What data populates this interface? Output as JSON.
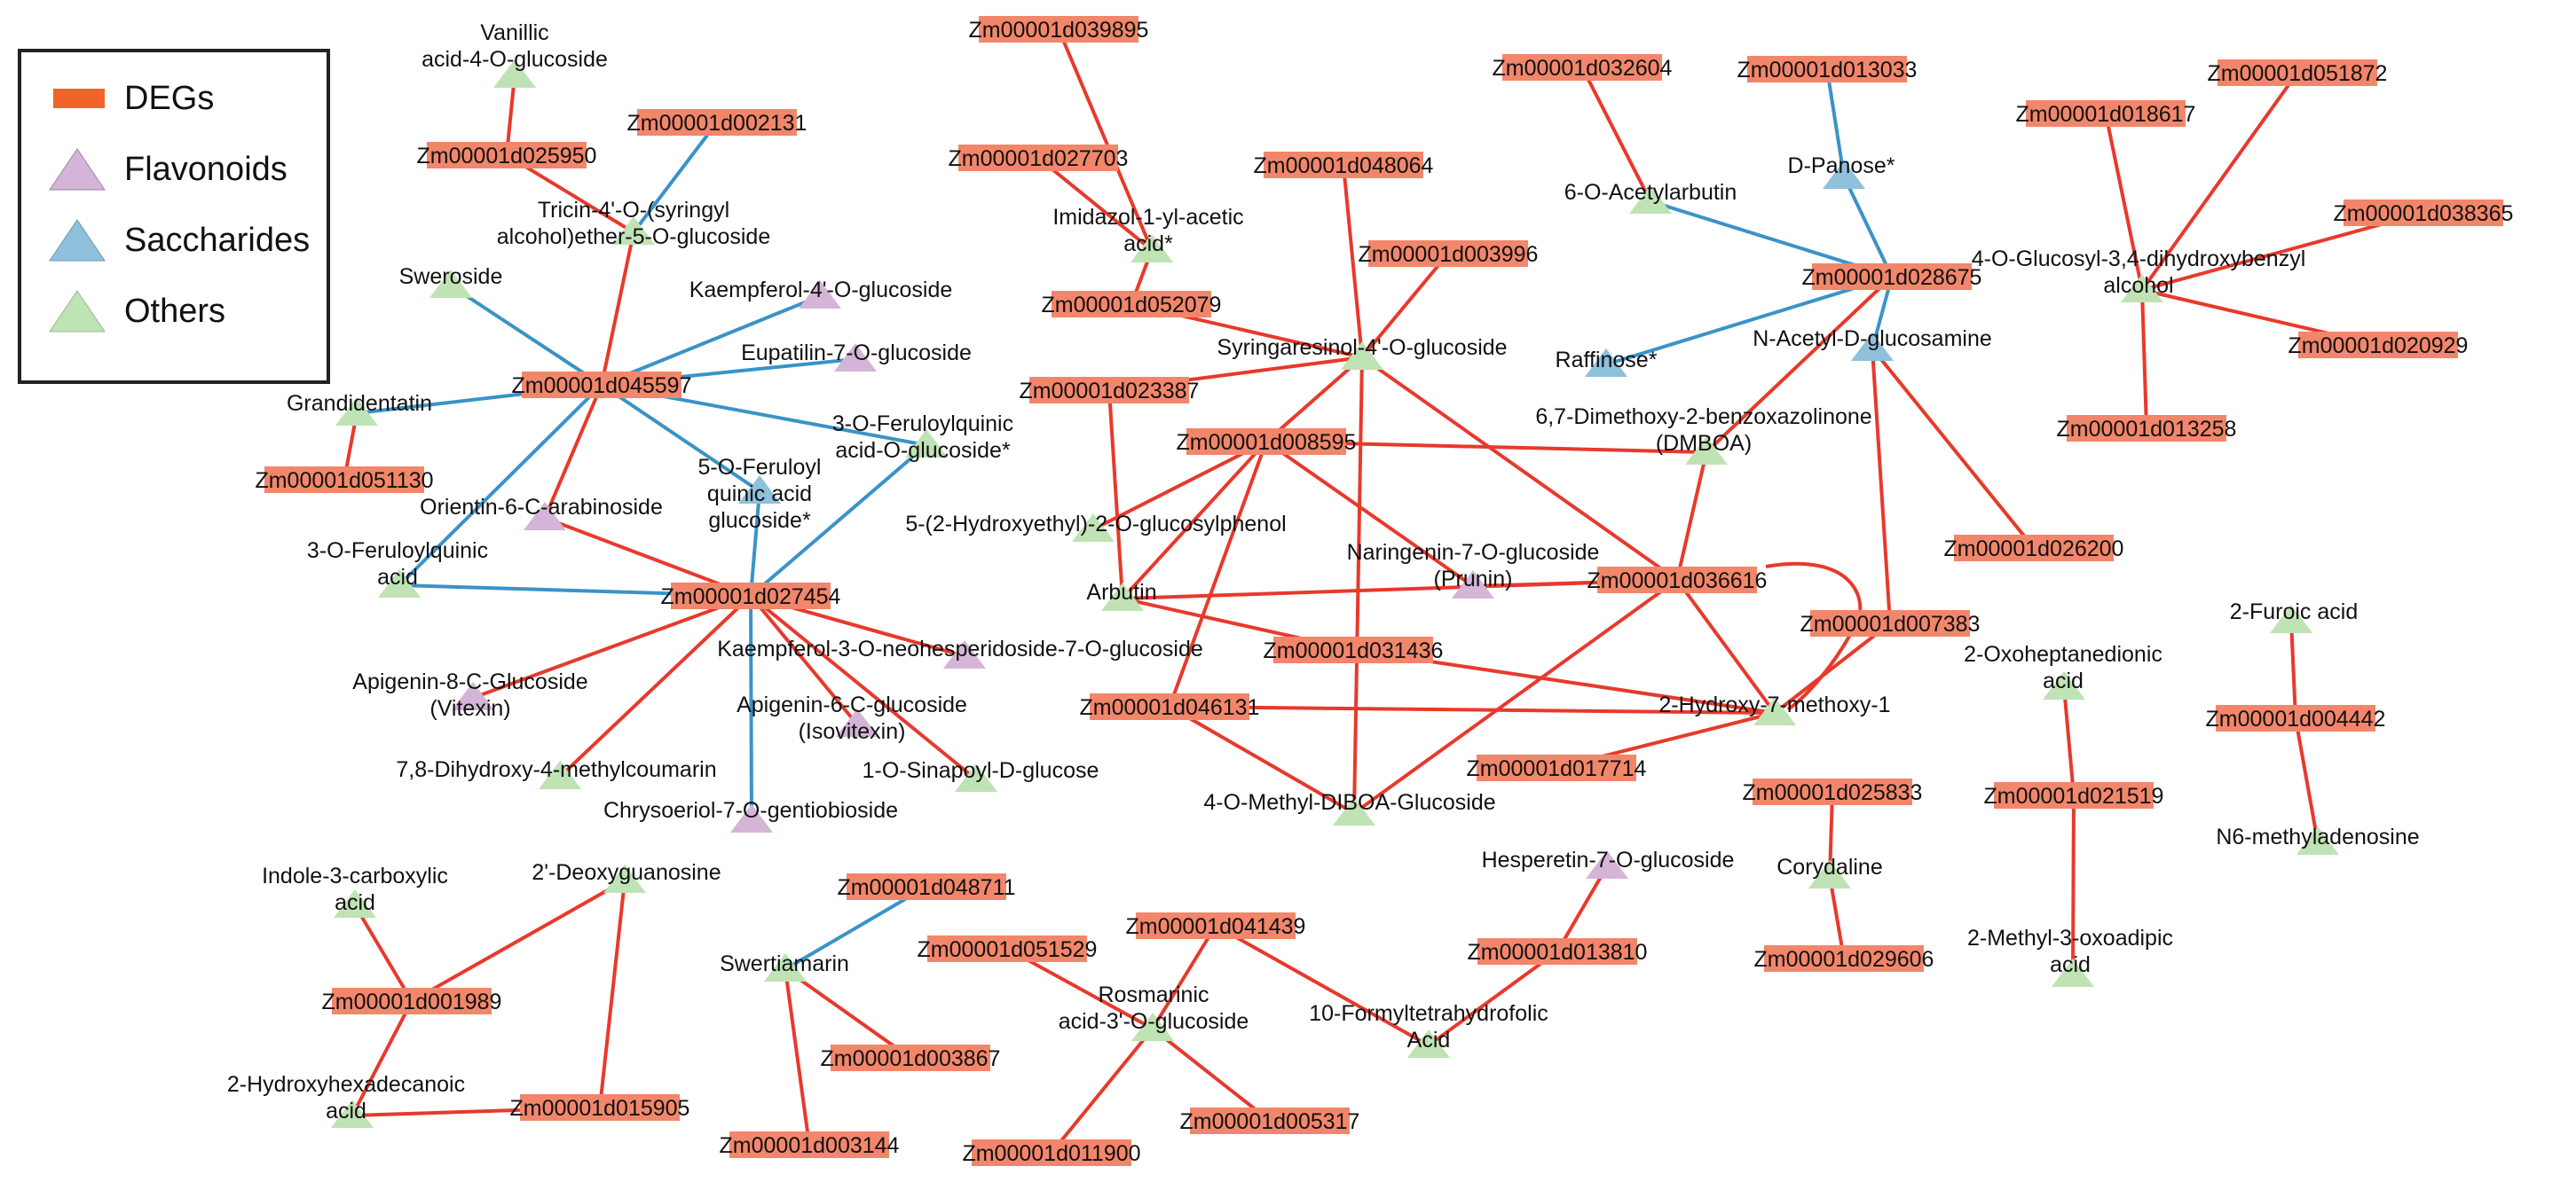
{
  "legend": {
    "items": [
      {
        "label": "DEGs",
        "shape": "rect",
        "color": "#f0632a"
      },
      {
        "label": "Flavonoids",
        "shape": "triangle",
        "color": "#d4b5d8"
      },
      {
        "label": "Saccharides",
        "shape": "triangle",
        "color": "#8fc0dc"
      },
      {
        "label": "Others",
        "shape": "triangle",
        "color": "#bfe3b4"
      }
    ]
  },
  "colors": {
    "deg_fill": "#f2866b",
    "edge_red": "#e8392c",
    "edge_blue": "#3a93c8",
    "flavonoid": "#d4b5d8",
    "saccharide": "#8fc0dc",
    "other": "#bfe3b4"
  },
  "nodes": [
    {
      "id": "g_d039895",
      "type": "gene",
      "label": "Zm00001d039895"
    },
    {
      "id": "g_d027703",
      "type": "gene",
      "label": "Zm00001d027703"
    },
    {
      "id": "g_d052079",
      "type": "gene",
      "label": "Zm00001d052079"
    },
    {
      "id": "g_d048064",
      "type": "gene",
      "label": "Zm00001d048064"
    },
    {
      "id": "g_d003996",
      "type": "gene",
      "label": "Zm00001d003996"
    },
    {
      "id": "g_d023387",
      "type": "gene",
      "label": "Zm00001d023387"
    },
    {
      "id": "g_d008595",
      "type": "gene",
      "label": "Zm00001d008595"
    },
    {
      "id": "g_d031436",
      "type": "gene",
      "label": "Zm00001d031436"
    },
    {
      "id": "g_d046131",
      "type": "gene",
      "label": "Zm00001d046131"
    },
    {
      "id": "g_d017714",
      "type": "gene",
      "label": "Zm00001d017714"
    },
    {
      "id": "g_d036616",
      "type": "gene",
      "label": "Zm00001d036616"
    },
    {
      "id": "g_d007383",
      "type": "gene",
      "label": "Zm00001d007383"
    },
    {
      "id": "g_d032604",
      "type": "gene",
      "label": "Zm00001d032604"
    },
    {
      "id": "g_d013033",
      "type": "gene",
      "label": "Zm00001d013033"
    },
    {
      "id": "g_d028675",
      "type": "gene",
      "label": "Zm00001d028675"
    },
    {
      "id": "g_d026200",
      "type": "gene",
      "label": "Zm00001d026200"
    },
    {
      "id": "g_d018617",
      "type": "gene",
      "label": "Zm00001d018617"
    },
    {
      "id": "g_d051872",
      "type": "gene",
      "label": "Zm00001d051872"
    },
    {
      "id": "g_d038365",
      "type": "gene",
      "label": "Zm00001d038365"
    },
    {
      "id": "g_d020929",
      "type": "gene",
      "label": "Zm00001d020929"
    },
    {
      "id": "g_d013258",
      "type": "gene",
      "label": "Zm00001d013258"
    },
    {
      "id": "g_d025950",
      "type": "gene",
      "label": "Zm00001d025950"
    },
    {
      "id": "g_d002131",
      "type": "gene",
      "label": "Zm00001d002131"
    },
    {
      "id": "g_d045597",
      "type": "gene",
      "label": "Zm00001d045597"
    },
    {
      "id": "g_d051130",
      "type": "gene",
      "label": "Zm00001d051130"
    },
    {
      "id": "g_d027454",
      "type": "gene",
      "label": "Zm00001d027454"
    },
    {
      "id": "g_d025833",
      "type": "gene",
      "label": "Zm00001d025833"
    },
    {
      "id": "g_d029606",
      "type": "gene",
      "label": "Zm00001d029606"
    },
    {
      "id": "g_d013810",
      "type": "gene",
      "label": "Zm00001d013810"
    },
    {
      "id": "g_d004442",
      "type": "gene",
      "label": "Zm00001d004442"
    },
    {
      "id": "g_d021519",
      "type": "gene",
      "label": "Zm00001d021519"
    },
    {
      "id": "g_d048711",
      "type": "gene",
      "label": "Zm00001d048711"
    },
    {
      "id": "g_d003867",
      "type": "gene",
      "label": "Zm00001d003867"
    },
    {
      "id": "g_d003144",
      "type": "gene",
      "label": "Zm00001d003144"
    },
    {
      "id": "g_d051529",
      "type": "gene",
      "label": "Zm00001d051529"
    },
    {
      "id": "g_d041439",
      "type": "gene",
      "label": "Zm00001d041439"
    },
    {
      "id": "g_d011900",
      "type": "gene",
      "label": "Zm00001d011900"
    },
    {
      "id": "g_d005317",
      "type": "gene",
      "label": "Zm00001d005317"
    },
    {
      "id": "g_d001989",
      "type": "gene",
      "label": "Zm00001d001989"
    },
    {
      "id": "g_d015905",
      "type": "gene",
      "label": "Zm00001d015905"
    },
    {
      "id": "m_vanillic",
      "type": "other",
      "label": [
        "Vanillic",
        "acid-4-O-glucoside"
      ]
    },
    {
      "id": "m_tricin",
      "type": "other",
      "label": [
        "Tricin-4'-O-(syringyl",
        "alcohol)ether-5-O-glucoside"
      ]
    },
    {
      "id": "m_sweroside",
      "type": "other",
      "label": [
        "Sweroside"
      ]
    },
    {
      "id": "m_kaemp4",
      "type": "flavonoid",
      "label": [
        "Kaempferol-4'-O-glucoside"
      ]
    },
    {
      "id": "m_eupatilin",
      "type": "flavonoid",
      "label": [
        "Eupatilin-7-O-glucoside"
      ]
    },
    {
      "id": "m_grandidentatin",
      "type": "other",
      "label": [
        "Grandidentatin"
      ]
    },
    {
      "id": "m_3ofqgluc",
      "type": "other",
      "label": [
        "3-O-Feruloylquinic",
        "acid-O-glucoside*"
      ]
    },
    {
      "id": "m_5ofq",
      "type": "saccharide",
      "label": [
        "5-O-Feruloyl",
        "quinic acid",
        "glucoside*"
      ]
    },
    {
      "id": "m_orientin",
      "type": "flavonoid",
      "label": [
        "Orientin-6-C-arabinoside"
      ]
    },
    {
      "id": "m_3ofqacid",
      "type": "other",
      "label": [
        "3-O-Feruloylquinic",
        "acid"
      ]
    },
    {
      "id": "m_apigenin8",
      "type": "flavonoid",
      "label": [
        "Apigenin-8-C-Glucoside",
        "(Vitexin)"
      ]
    },
    {
      "id": "m_kaemp3",
      "type": "flavonoid",
      "label": [
        "Kaempferol-3-O-neohesperidoside-7-O-glucoside"
      ]
    },
    {
      "id": "m_apigenin6",
      "type": "flavonoid",
      "label": [
        "Apigenin-6-C-glucoside",
        "(Isovitexin)"
      ]
    },
    {
      "id": "m_dihydroxy",
      "type": "other",
      "label": [
        "7,8-Dihydroxy-4-methylcoumarin"
      ]
    },
    {
      "id": "m_sinapoyl",
      "type": "other",
      "label": [
        "1-O-Sinapoyl-D-glucose"
      ]
    },
    {
      "id": "m_chrysoeriol",
      "type": "flavonoid",
      "label": [
        "Chrysoeriol-7-O-gentiobioside"
      ]
    },
    {
      "id": "m_imidazol",
      "type": "other",
      "label": [
        "Imidazol-1-yl-acetic",
        "acid*"
      ]
    },
    {
      "id": "m_syringaresinol",
      "type": "other",
      "label": [
        "Syringaresinol-4'-O-glucoside"
      ]
    },
    {
      "id": "m_hydroxyethyl",
      "type": "other",
      "label": [
        "5-(2-Hydroxyethyl)-2-O-glucosylphenol"
      ]
    },
    {
      "id": "m_arbutin",
      "type": "other",
      "label": [
        "Arbutin"
      ]
    },
    {
      "id": "m_naringenin",
      "type": "flavonoid",
      "label": [
        "Naringenin-7-O-glucoside",
        "(Prunin)"
      ]
    },
    {
      "id": "m_dmboa",
      "type": "other",
      "label": [
        "6,7-Dimethoxy-2-benzoxazolinone",
        "(DMBOA)"
      ]
    },
    {
      "id": "m_hydroxy7",
      "type": "other",
      "label": [
        "2-Hydroxy-7-methoxy-1"
      ]
    },
    {
      "id": "m_dibao",
      "type": "other",
      "label": [
        "4-O-Methyl-DIBOA-Glucoside"
      ]
    },
    {
      "id": "m_acetylarbutin",
      "type": "other",
      "label": [
        "6-O-Acetylarbutin"
      ]
    },
    {
      "id": "m_dpanose",
      "type": "saccharide",
      "label": [
        "D-Panose*"
      ]
    },
    {
      "id": "m_raffinose",
      "type": "saccharide",
      "label": [
        "Raffinose*"
      ]
    },
    {
      "id": "m_nacetyl",
      "type": "saccharide",
      "label": [
        "N-Acetyl-D-glucosamine"
      ]
    },
    {
      "id": "m_glucosyl",
      "type": "other",
      "label": [
        "4-O-Glucosyl-3,4-dihydroxybenzyl",
        "alcohol"
      ]
    },
    {
      "id": "m_furoic",
      "type": "other",
      "label": [
        "2-Furoic acid"
      ]
    },
    {
      "id": "m_oxohept",
      "type": "other",
      "label": [
        "2-Oxoheptanedionic",
        "acid"
      ]
    },
    {
      "id": "m_n6methyl",
      "type": "other",
      "label": [
        "N6-methyladenosine"
      ]
    },
    {
      "id": "m_methyloxo",
      "type": "other",
      "label": [
        "2-Methyl-3-oxoadipic",
        "acid"
      ]
    },
    {
      "id": "m_hesperetin",
      "type": "flavonoid",
      "label": [
        "Hesperetin-7-O-glucoside"
      ]
    },
    {
      "id": "m_corydaline",
      "type": "other",
      "label": [
        "Corydaline"
      ]
    },
    {
      "id": "m_formyl",
      "type": "other",
      "label": [
        "10-Formyltetrahydrofolic",
        "Acid"
      ]
    },
    {
      "id": "m_rosmarinic",
      "type": "other",
      "label": [
        "Rosmarinic",
        "acid-3'-O-glucoside"
      ]
    },
    {
      "id": "m_swertiamarin",
      "type": "other",
      "label": [
        "Swertiamarin"
      ]
    },
    {
      "id": "m_indole",
      "type": "other",
      "label": [
        "Indole-3-carboxylic",
        "acid"
      ]
    },
    {
      "id": "m_deoxyguanosine",
      "type": "other",
      "label": [
        "2'-Deoxyguanosine"
      ]
    },
    {
      "id": "m_hydroxyhexa",
      "type": "other",
      "label": [
        "2-Hydroxyhexadecanoic",
        "acid"
      ]
    }
  ],
  "edges": [
    {
      "s": "m_vanillic",
      "t": "g_d025950",
      "c": "red"
    },
    {
      "s": "g_d025950",
      "t": "m_tricin",
      "c": "red"
    },
    {
      "s": "g_d002131",
      "t": "m_tricin",
      "c": "blue"
    },
    {
      "s": "m_tricin",
      "t": "g_d045597",
      "c": "red"
    },
    {
      "s": "m_sweroside",
      "t": "g_d045597",
      "c": "blue"
    },
    {
      "s": "m_kaemp4",
      "t": "g_d045597",
      "c": "blue"
    },
    {
      "s": "m_eupatilin",
      "t": "g_d045597",
      "c": "blue"
    },
    {
      "s": "g_d045597",
      "t": "m_grandidentatin",
      "c": "blue"
    },
    {
      "s": "g_d045597",
      "t": "m_3ofqgluc",
      "c": "blue"
    },
    {
      "s": "g_d045597",
      "t": "m_5ofq",
      "c": "blue"
    },
    {
      "s": "g_d045597",
      "t": "m_orientin",
      "c": "red"
    },
    {
      "s": "g_d045597",
      "t": "m_3ofqacid",
      "c": "blue"
    },
    {
      "s": "m_grandidentatin",
      "t": "g_d051130",
      "c": "red"
    },
    {
      "s": "m_3ofqgluc",
      "t": "g_d027454",
      "c": "blue"
    },
    {
      "s": "m_5ofq",
      "t": "g_d027454",
      "c": "blue"
    },
    {
      "s": "m_orientin",
      "t": "g_d027454",
      "c": "red"
    },
    {
      "s": "m_3ofqacid",
      "t": "g_d027454",
      "c": "blue"
    },
    {
      "s": "g_d027454",
      "t": "m_apigenin8",
      "c": "red"
    },
    {
      "s": "g_d027454",
      "t": "m_kaemp3",
      "c": "red"
    },
    {
      "s": "g_d027454",
      "t": "m_apigenin6",
      "c": "red"
    },
    {
      "s": "g_d027454",
      "t": "m_dihydroxy",
      "c": "red"
    },
    {
      "s": "g_d027454",
      "t": "m_sinapoyl",
      "c": "red"
    },
    {
      "s": "g_d027454",
      "t": "m_chrysoeriol",
      "c": "blue"
    },
    {
      "s": "g_d039895",
      "t": "m_imidazol",
      "c": "red"
    },
    {
      "s": "g_d027703",
      "t": "m_imidazol",
      "c": "red"
    },
    {
      "s": "m_imidazol",
      "t": "g_d052079",
      "c": "red"
    },
    {
      "s": "g_d052079",
      "t": "m_syringaresinol",
      "c": "red"
    },
    {
      "s": "g_d048064",
      "t": "m_syringaresinol",
      "c": "red"
    },
    {
      "s": "g_d003996",
      "t": "m_syringaresinol",
      "c": "red"
    },
    {
      "s": "m_syringaresinol",
      "t": "g_d008595",
      "c": "red"
    },
    {
      "s": "m_syringaresinol",
      "t": "g_d023387",
      "c": "red"
    },
    {
      "s": "m_syringaresinol",
      "t": "m_dibao",
      "c": "red"
    },
    {
      "s": "m_syringaresinol",
      "t": "g_d036616",
      "c": "red"
    },
    {
      "s": "g_d023387",
      "t": "m_arbutin",
      "c": "red"
    },
    {
      "s": "g_d008595",
      "t": "m_hydroxyethyl",
      "c": "red"
    },
    {
      "s": "g_d008595",
      "t": "m_arbutin",
      "c": "red"
    },
    {
      "s": "g_d008595",
      "t": "m_naringenin",
      "c": "red"
    },
    {
      "s": "g_d008595",
      "t": "m_dmboa",
      "c": "red"
    },
    {
      "s": "g_d008595",
      "t": "g_d046131",
      "c": "red"
    },
    {
      "s": "m_arbutin",
      "t": "g_d036616",
      "c": "red"
    },
    {
      "s": "m_arbutin",
      "t": "g_d031436",
      "c": "red"
    },
    {
      "s": "m_naringenin",
      "t": "g_d036616",
      "c": "red"
    },
    {
      "s": "m_dmboa",
      "t": "g_d036616",
      "c": "red"
    },
    {
      "s": "g_d036616",
      "t": "m_hydroxy7",
      "c": "red"
    },
    {
      "s": "g_d036616",
      "t": "m_dibao",
      "c": "red"
    },
    {
      "s": "g_d031436",
      "t": "m_hydroxy7",
      "c": "red"
    },
    {
      "s": "g_d046131",
      "t": "m_hydroxy7",
      "c": "red"
    },
    {
      "s": "g_d046131",
      "t": "m_dibao",
      "c": "red"
    },
    {
      "s": "m_hydroxy7",
      "t": "g_d017714",
      "c": "red"
    },
    {
      "s": "m_hydroxy7",
      "t": "g_d007383",
      "c": "red"
    },
    {
      "s": "g_d032604",
      "t": "m_acetylarbutin",
      "c": "red"
    },
    {
      "s": "g_d013033",
      "t": "m_dpanose",
      "c": "blue"
    },
    {
      "s": "m_dpanose",
      "t": "g_d028675",
      "c": "blue"
    },
    {
      "s": "m_acetylarbutin",
      "t": "g_d028675",
      "c": "blue"
    },
    {
      "s": "g_d028675",
      "t": "m_raffinose",
      "c": "blue"
    },
    {
      "s": "g_d028675",
      "t": "m_nacetyl",
      "c": "blue"
    },
    {
      "s": "g_d028675",
      "t": "m_dmboa",
      "c": "red"
    },
    {
      "s": "m_nacetyl",
      "t": "g_d007383",
      "c": "red"
    },
    {
      "s": "m_nacetyl",
      "t": "g_d026200",
      "c": "red"
    },
    {
      "s": "g_d018617",
      "t": "m_glucosyl",
      "c": "red"
    },
    {
      "s": "g_d051872",
      "t": "m_glucosyl",
      "c": "red"
    },
    {
      "s": "g_d038365",
      "t": "m_glucosyl",
      "c": "red"
    },
    {
      "s": "m_glucosyl",
      "t": "g_d020929",
      "c": "red"
    },
    {
      "s": "m_glucosyl",
      "t": "g_d013258",
      "c": "red"
    },
    {
      "s": "m_furoic",
      "t": "g_d004442",
      "c": "red"
    },
    {
      "s": "g_d004442",
      "t": "m_n6methyl",
      "c": "red"
    },
    {
      "s": "m_oxohept",
      "t": "g_d021519",
      "c": "red"
    },
    {
      "s": "g_d021519",
      "t": "m_methyloxo",
      "c": "red"
    },
    {
      "s": "g_d025833",
      "t": "m_corydaline",
      "c": "red"
    },
    {
      "s": "m_corydaline",
      "t": "g_d029606",
      "c": "red"
    },
    {
      "s": "m_hesperetin",
      "t": "g_d013810",
      "c": "red"
    },
    {
      "s": "g_d013810",
      "t": "m_formyl",
      "c": "red"
    },
    {
      "s": "g_d041439",
      "t": "m_formyl",
      "c": "red"
    },
    {
      "s": "g_d051529",
      "t": "m_rosmarinic",
      "c": "red"
    },
    {
      "s": "g_d041439",
      "t": "m_rosmarinic",
      "c": "red"
    },
    {
      "s": "m_rosmarinic",
      "t": "g_d011900",
      "c": "red"
    },
    {
      "s": "m_rosmarinic",
      "t": "g_d005317",
      "c": "red"
    },
    {
      "s": "g_d048711",
      "t": "m_swertiamarin",
      "c": "blue"
    },
    {
      "s": "m_swertiamarin",
      "t": "g_d003867",
      "c": "red"
    },
    {
      "s": "m_swertiamarin",
      "t": "g_d003144",
      "c": "red"
    },
    {
      "s": "m_indole",
      "t": "g_d001989",
      "c": "red"
    },
    {
      "s": "m_deoxyguanosine",
      "t": "g_d001989",
      "c": "red"
    },
    {
      "s": "m_deoxyguanosine",
      "t": "g_d015905",
      "c": "red"
    },
    {
      "s": "g_d001989",
      "t": "m_hydroxyhexa",
      "c": "red"
    },
    {
      "s": "m_hydroxyhexa",
      "t": "g_d015905",
      "c": "red"
    }
  ]
}
